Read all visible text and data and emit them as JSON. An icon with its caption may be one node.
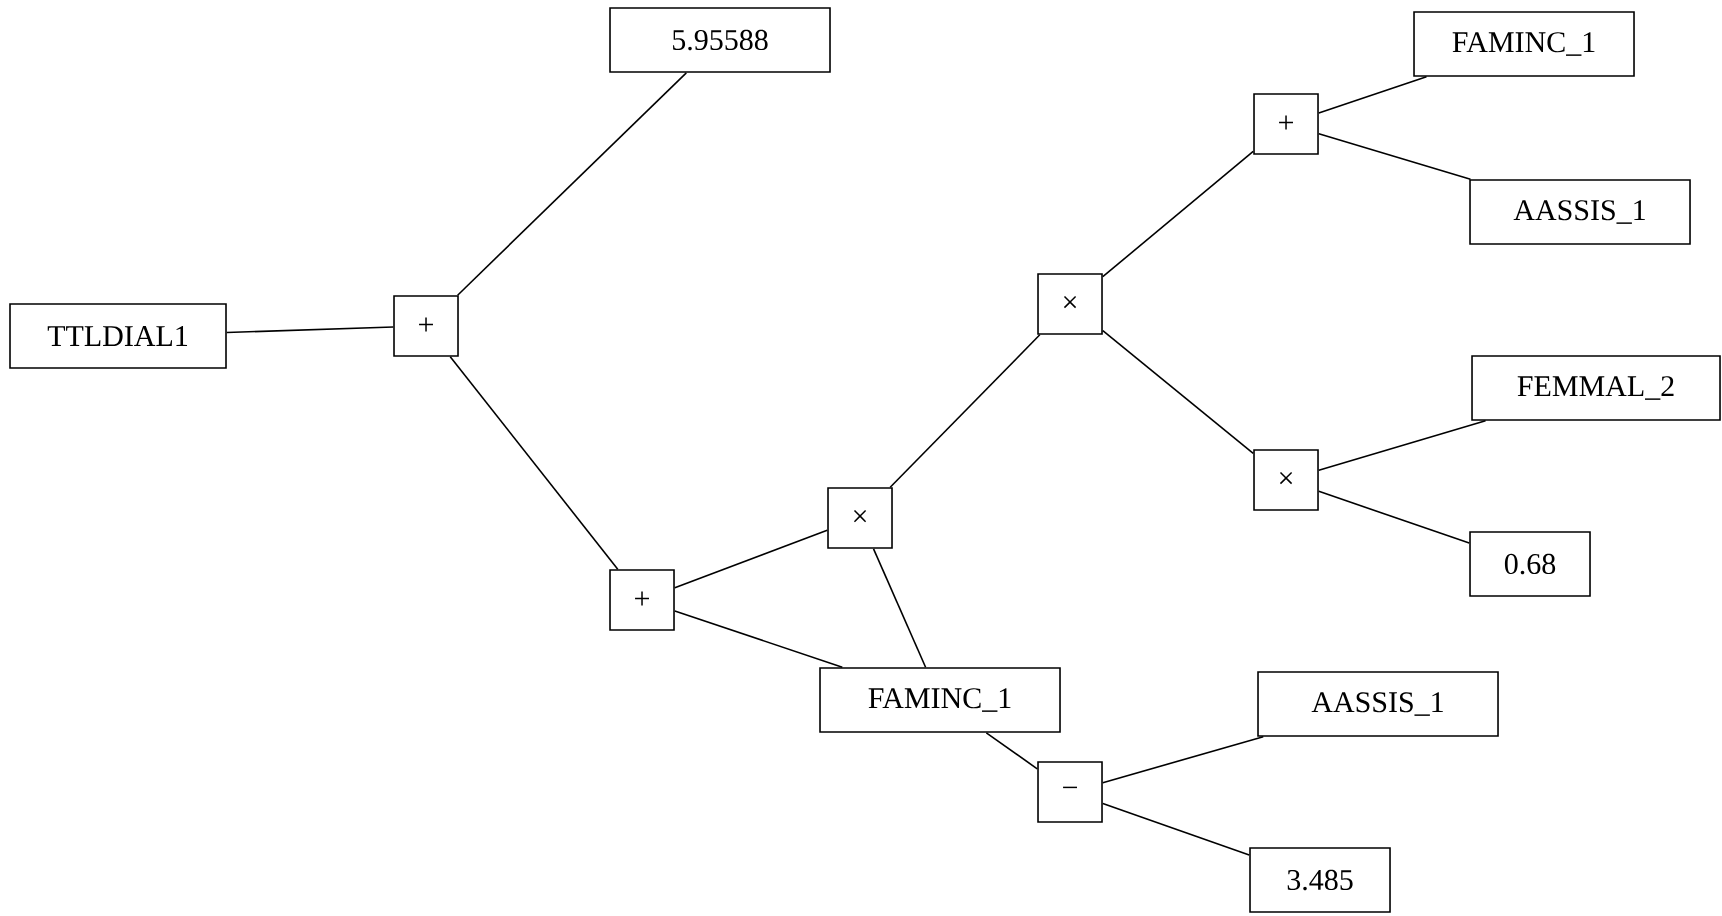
{
  "diagram": {
    "nodes": [
      {
        "text": [
          "TTLDIAL1"
        ]
      },
      {
        "text": [
          "+"
        ]
      },
      {
        "text": [
          "5.95588"
        ]
      },
      {
        "text": [
          "+"
        ]
      },
      {
        "text": [
          "×"
        ]
      },
      {
        "text": [
          "FAMINC_1"
        ]
      },
      {
        "text": [
          "×"
        ]
      },
      {
        "text": [
          "+"
        ]
      },
      {
        "text": [
          "FAMINC_1"
        ]
      },
      {
        "text": [
          "AASSIS_1"
        ]
      },
      {
        "text": [
          "×"
        ]
      },
      {
        "text": [
          "FEMMAL_2"
        ]
      },
      {
        "text": [
          "0.68"
        ]
      },
      {
        "text": [
          "−"
        ]
      },
      {
        "text": [
          "AASSIS_1"
        ]
      },
      {
        "text": [
          "3.485"
        ]
      }
    ],
    "edges": [
      {
        "from": 0,
        "to": 1,
        "arrow": "none"
      },
      {
        "from": 1,
        "to": 2,
        "arrow": "none"
      },
      {
        "from": 1,
        "to": 3,
        "arrow": "none"
      },
      {
        "from": 3,
        "to": 4,
        "arrow": "none"
      },
      {
        "from": 3,
        "to": 5,
        "arrow": "none"
      },
      {
        "from": 4,
        "to": 6,
        "arrow": "none"
      },
      {
        "from": 4,
        "to": 5,
        "arrow": "none"
      },
      {
        "from": 6,
        "to": 7,
        "arrow": "none"
      },
      {
        "from": 6,
        "to": 10,
        "arrow": "none"
      },
      {
        "from": 7,
        "to": 8,
        "arrow": "none"
      },
      {
        "from": 7,
        "to": 9,
        "arrow": "none"
      },
      {
        "from": 10,
        "to": 11,
        "arrow": "none"
      },
      {
        "from": 10,
        "to": 12,
        "arrow": "none"
      },
      {
        "from": 5,
        "to": 13,
        "arrow": "none"
      },
      {
        "from": 13,
        "to": 14,
        "arrow": "none"
      },
      {
        "from": 13,
        "to": 15,
        "arrow": "none"
      }
    ]
  }
}
